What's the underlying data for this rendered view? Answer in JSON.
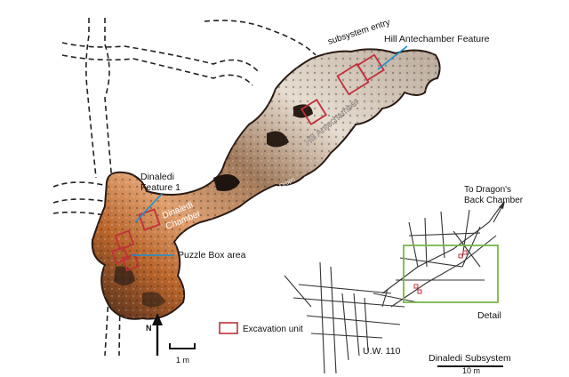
{
  "labels": {
    "subsystem_entry": "subsystem entry",
    "hill_feature": "Hill Antechamber Feature",
    "hill_antechamber": "Hill Antechamber",
    "dinaledi_feature_1": "Dinaledi",
    "dinaledi_feature_2": "Feature 1",
    "dinaledi_chamber_1": "Dinaledi",
    "dinaledi_chamber_2": "Chamber",
    "puzzle_box": "Puzzle Box area",
    "dragons_back_1": "To Dragon's",
    "dragons_back_2": "Back Chamber",
    "detail": "Detail",
    "uw110": "U.W. 110",
    "subsystem": "Dinaledi Subsystem",
    "north": "N",
    "scale_main": "1 m",
    "scale_inset": "10 m",
    "legend_excavation": "Excavation unit",
    "drops": "Drops"
  },
  "colors": {
    "excavation_unit": "#c0303a",
    "callout_line": "#1a8fd0",
    "detail_box": "#7ab648",
    "cave_dark": "#3a2a22",
    "cave_warm": "#c8782e",
    "cave_pale": "#e6ddd1"
  }
}
